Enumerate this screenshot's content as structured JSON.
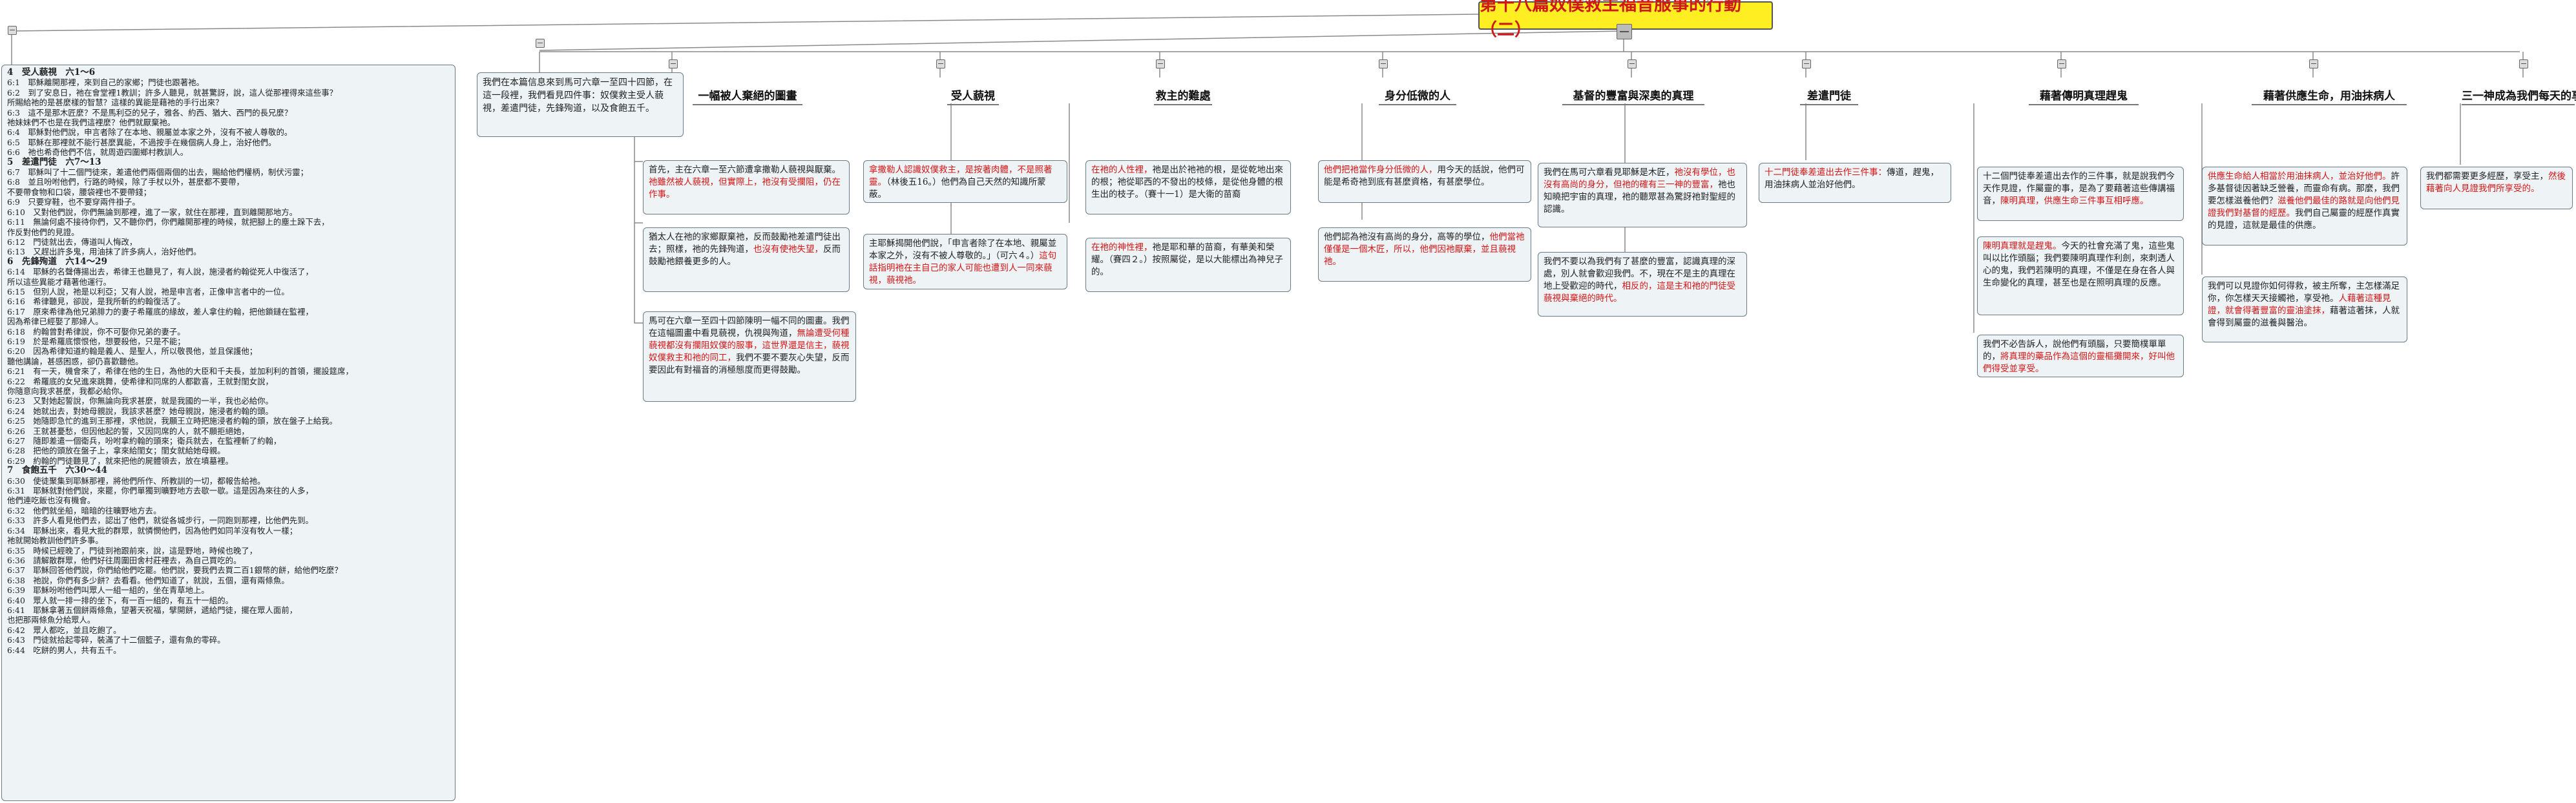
{
  "root": {
    "title": "第十八篇奴僕救主福音服事的行動（二）"
  },
  "summary": {
    "lines": [
      {
        "t": "4　受人藐視　六1～6",
        "h": true
      },
      {
        "t": "6:1　耶穌離開那裡，來到自己的家鄉；門徒也跟著祂。"
      },
      {
        "t": "6:2　到了安息日，祂在會堂裡1教訓；許多人聽見，就甚驚訝，說，這人從那裡得來這些事？"
      },
      {
        "t": "所賜給祂的是甚麼樣的智慧？這樣的異能是藉祂的手行出來？"
      },
      {
        "t": "6:3　這不是那木匠麼？不是馬利亞的兒子，雅各、約西、猶大、西門的長兄麼？"
      },
      {
        "t": "祂妹妹們不也是在我們這裡麼？他們就厭棄祂。"
      },
      {
        "t": "6:4　耶穌對他們說，申言者除了在本地、親屬並本家之外，沒有不被人尊敬的。"
      },
      {
        "t": "6:5　耶穌在那裡就不能行甚麼異能，不過按手在幾個病人身上，治好他們。"
      },
      {
        "t": "6:6　祂也希奇他們不信，就周遊四圍鄉村教訓人。"
      },
      {
        "t": "5　差遣門徒　六7～13",
        "h": true
      },
      {
        "t": "6:7　耶穌叫了十二個門徒來，差遣他們兩個兩個的出去，賜給他們權柄，制伏污靈；"
      },
      {
        "t": "6:8　並且吩咐他們，行路的時候，除了手杖以外，甚麼都不要帶，"
      },
      {
        "t": "不要帶食物和口袋，腰袋裡也不要帶錢；"
      },
      {
        "t": "6:9　只要穿鞋，也不要穿兩件褂子。"
      },
      {
        "t": "6:10　又對他們說，你們無論到那裡，進了一家，就住在那裡，直到離開那地方。"
      },
      {
        "t": "6:11　無論何處不接待你們，又不聽你們，你們離開那裡的時候，就把腳上的塵土跺下去，"
      },
      {
        "t": "作反對他們的見證。"
      },
      {
        "t": "6:12　門徒就出去，傳道叫人悔改，"
      },
      {
        "t": "6:13　又趕出許多鬼，用油抹了許多病人，治好他們。"
      },
      {
        "t": "6　先鋒殉道　六14～29",
        "h": true
      },
      {
        "t": "6:14　耶穌的名聲傳揚出去，希律王也聽見了，有人說，施浸者約翰從死人中復活了，"
      },
      {
        "t": "所以這些異能才藉著他運行。"
      },
      {
        "t": "6:15　但別人說，祂是以利亞；又有人說，祂是申言者，正像申言者中的一位。"
      },
      {
        "t": "6:16　希律聽見，卻說，是我所斬的約翰復活了。"
      },
      {
        "t": "6:17　原來希律為他兄弟腓力的妻子希羅底的緣故，差人拿住約翰，把他鎖鏈在監裡，"
      },
      {
        "t": "因為希律已經娶了那婦人。"
      },
      {
        "t": "6:18　約翰曾對希律說，你不可娶你兄弟的妻子。"
      },
      {
        "t": "6:19　於是希羅底懷恨他，想要殺他，只是不能；"
      },
      {
        "t": "6:20　因為希律知道約翰是義人、是聖人，所以敬畏他，並且保護他；"
      },
      {
        "t": "聽他講論，甚感困惑，卻仍喜歡聽他。"
      },
      {
        "t": "6:21　有一天，機會來了，希律在他的生日，為他的大臣和千夫長，並加利利的首領，擺設筵席，"
      },
      {
        "t": "6:22　希羅底的女兒進來跳舞，使希律和同席的人都歡喜，王就對閨女說，"
      },
      {
        "t": "你隨意向我求甚麼，我都必給你。"
      },
      {
        "t": "6:23　又對她起誓說，你無論向我求甚麼，就是我國的一半，我也必給你。"
      },
      {
        "t": "6:24　她就出去，對她母親說，我該求甚麼？她母親說，施浸者約翰的頭。"
      },
      {
        "t": "6:25　她隨即急忙的進到王那裡，求他說，我願王立時把施浸者約翰的頭，放在盤子上給我。"
      },
      {
        "t": "6:26　王就甚憂愁，但因他起的誓，又因同席的人，就不願拒絕她，"
      },
      {
        "t": "6:27　隨即差遣一個衛兵，吩咐拿約翰的頭來；衛兵就去，在監裡斬了約翰，"
      },
      {
        "t": "6:28　把他的頭放在盤子上，拿來給閨女；閨女就給她母親。"
      },
      {
        "t": "6:29　約翰的門徒聽見了，就來把他的屍體領去，放在墳墓裡。"
      },
      {
        "t": "7　食飽五千　六30～44",
        "h": true
      },
      {
        "t": "6:30　使徒聚集到耶穌那裡，將他們所作、所教訓的一切，都報告給祂。"
      },
      {
        "t": "6:31　耶穌就對他們說，來罷，你們單獨到曠野地方去歇一歇。這是因為來往的人多，"
      },
      {
        "t": "他們連吃飯也沒有機會。"
      },
      {
        "t": "6:32　他們就坐船，暗暗的往曠野地方去。"
      },
      {
        "t": "6:33　許多人看見他們去，認出了他們，就從各城步行，一同跑到那裡，比他們先到。"
      },
      {
        "t": "6:34　耶穌出來，看見大批的群眾，就憐憫他們，因為他們如同羊沒有牧人一樣；"
      },
      {
        "t": "祂就開始教訓他們許多事。"
      },
      {
        "t": "6:35　時候已經晚了，門徒到祂跟前來，說，這是野地，時候也晚了，"
      },
      {
        "t": "6:36　請解散群眾，他們好往周圍田舍村莊裡去，為自己買吃的。"
      },
      {
        "t": "6:37　耶穌回答他們說，你們給他們吃罷。他們說，要我們去買二百1銀幣的餅，給他們吃麼？"
      },
      {
        "t": "6:38　祂說，你們有多少餅？去看看。他們知道了，就說，五個，還有兩條魚。"
      },
      {
        "t": "6:39　耶穌吩咐他們叫眾人一組一組的，坐在青草地上。"
      },
      {
        "t": "6:40　眾人就一排一排的坐下，有一百一組的，有五十一組的。"
      },
      {
        "t": "6:41　耶穌拿著五個餅兩條魚，望著天祝福，擘開餅，遞給門徒，擺在眾人面前，"
      },
      {
        "t": "也把那兩條魚分給眾人。"
      },
      {
        "t": "6:42　眾人都吃，並且吃飽了。"
      },
      {
        "t": "6:43　門徒就拾起零碎，裝滿了十二個籃子，還有魚的零碎。"
      },
      {
        "t": "6:44　吃餅的男人，共有五千。"
      }
    ]
  },
  "intro": {
    "text": "我們在本篇信息來到馬可六章一至四十四節，在這一段裡，我們看見四件事：奴僕救主受人藐視，差遣門徒，先鋒殉道，以及食飽五千。"
  },
  "branches": [
    {
      "label": "一幅被人棄絕的圖畫"
    },
    {
      "label": "受人藐視"
    },
    {
      "label": "救主的難處"
    },
    {
      "label": "身分低微的人"
    },
    {
      "label": "基督的豐富與深奧的真理"
    },
    {
      "label": "差遣門徒"
    },
    {
      "label": "藉著傳明真理趕鬼"
    },
    {
      "label": "藉著供應生命，用油抹病人"
    },
    {
      "label": "三一神成為我們每天的享受"
    }
  ],
  "boxes": {
    "b1a": [
      {
        "t": "首先，主在六章一至六節遭拿撒勒人藐視與厭棄。"
      },
      {
        "t": "祂雖然被人藐視，但實際上，祂沒有受攔阻，仍在作事。",
        "r": true
      }
    ],
    "b1b": [
      {
        "t": "猶太人在祂的家鄉厭棄祂，反而鼓勵祂差遣門徒出去；照樣，祂的先鋒殉道，"
      },
      {
        "t": "也沒有使祂失望，",
        "r": true
      },
      {
        "t": "反而鼓勵祂餵養更多的人。"
      }
    ],
    "b1c": [
      {
        "t": "馬可在六章一至四十四節陳明一幅不同的圖畫。我們在這幅圖畫中看見藐視，仇視與殉道，"
      },
      {
        "t": "無論遭受何種藐視都沒有攔阻奴僕的服事，這世界還是信主，藐視奴僕救主和祂的同工，",
        "r": true
      },
      {
        "t": "我們不要不要灰心失望，反而要因此有對福音的消極態度而更得鼓勵。"
      }
    ],
    "b2a": [
      {
        "t": "拿撒勒人認識奴僕救主，是按著肉體，不是照著靈。",
        "r": true
      },
      {
        "t": "（林後五16。）他們為自己天然的知識所蒙蔽。"
      }
    ],
    "b2b": [
      {
        "t": "主耶穌揭開他們說，「申言者除了在本地、親屬並本家之外，沒有不被人尊敬的。」（可六４。）"
      },
      {
        "t": "這句話指明祂在主自己的家人可能也遭到人一同來藐視，藐視祂。",
        "r": true
      }
    ],
    "b3a": [
      {
        "t": "在祂的人性裡，",
        "r": true
      },
      {
        "t": "祂是出於祂祂的根，是從乾地出來的根；祂從耶西的不發出的枝條，是從他身體的根生出的枝子。（賽十一1）是大衛的苗裔"
      }
    ],
    "b3b": [
      {
        "t": "在祂的神性裡，",
        "r": true
      },
      {
        "t": "祂是耶和華的苗裔，有華美和榮耀。（賽四２。）按照屬從，是以大能標出為神兒子的。"
      }
    ],
    "b4a": [
      {
        "t": "他們把祂當作身分低微的人，",
        "r": true
      },
      {
        "t": "用今天的話說，他們可能是希奇祂到底有甚麼資格，有甚麼學位。"
      }
    ],
    "b4b": [
      {
        "t": "他們認為祂沒有高尚的身分，高等的學位，"
      },
      {
        "t": "他們當祂僅僅是一個木匠，所以，他們因祂厭棄，並且藐視祂。",
        "r": true
      }
    ],
    "b5a": [
      {
        "t": "我們在馬可六章看見耶穌是木匠，"
      },
      {
        "t": "祂沒有學位，也沒有高尚的身分，但祂的確有三一神的豐富，",
        "r": true
      },
      {
        "t": "祂也知曉把宇宙的真理，祂的聽眾甚為驚訝祂對聖經的認識。"
      }
    ],
    "b5b": [
      {
        "t": "我們不要以為我們有了甚麼的豐富，認識真理的深處，別人就會歡迎我們。不，現在不是主的真理在地上受歡迎的時代，"
      },
      {
        "t": "相反的，這是主和祂的門徒受藐視與棄絕的時代。",
        "r": true
      }
    ],
    "b6a": [
      {
        "t": "十二門徒奉差遣出去作三件事：",
        "r": true
      },
      {
        "t": "傳道，趕鬼，用油抹病人並治好他們。"
      }
    ],
    "b7a": [
      {
        "t": "十二個門徒奉差遣出去作的三件事，就是說我們今天作見證，作屬靈的事，是為了要藉著這些傳講福音，"
      },
      {
        "t": "陳明真理，供應生命三件事互相呼應。",
        "r": true
      }
    ],
    "b7b": [
      {
        "t": "陳明真理就是趕鬼。",
        "r": true
      },
      {
        "t": "今天的社會充滿了鬼，這些鬼叫以比作頭腦；我們要陳明真理作利劍，來刺透人心的鬼，我們若陳明的真理，不僅是在身在各人與生命變化的真理，甚至也是在照明真理的反應。"
      }
    ],
    "b7c": [
      {
        "t": "我們不必告訴人，說他們有頭腦，只要簡樸單單的，"
      },
      {
        "t": "將真理的藥品作為這個的靈樞攤開來，好叫他們得受並享受。",
        "r": true
      }
    ],
    "b8a": [
      {
        "t": "供應生命給人相當於用油抹病人，並治好他們。",
        "r": true
      },
      {
        "t": "許多基督徒因著缺乏營養，而靈命有病。那麼，我們要怎樣滋養他們？"
      },
      {
        "t": "滋養他們最佳的路就是向他們見證我們對基督的經歷。",
        "r": true
      },
      {
        "t": "我們自己屬靈的經歷作真實的見證，這就是最佳的供應。"
      }
    ],
    "b8b": [
      {
        "t": "我們可以見證你如何得救，被主所奪，主怎樣滿足你，你怎樣天天接觸祂，享受祂。"
      },
      {
        "t": "人藉著這種見證，就會得著豐富的靈油塗抹，",
        "r": true
      },
      {
        "t": "藉著這著抹，人就會得到屬靈的滋養與醫治。"
      }
    ],
    "b9a": [
      {
        "t": "我們都需要更多經歷，享受主，"
      },
      {
        "t": "然後藉著向人見證我們所享受的。",
        "r": true
      }
    ]
  }
}
